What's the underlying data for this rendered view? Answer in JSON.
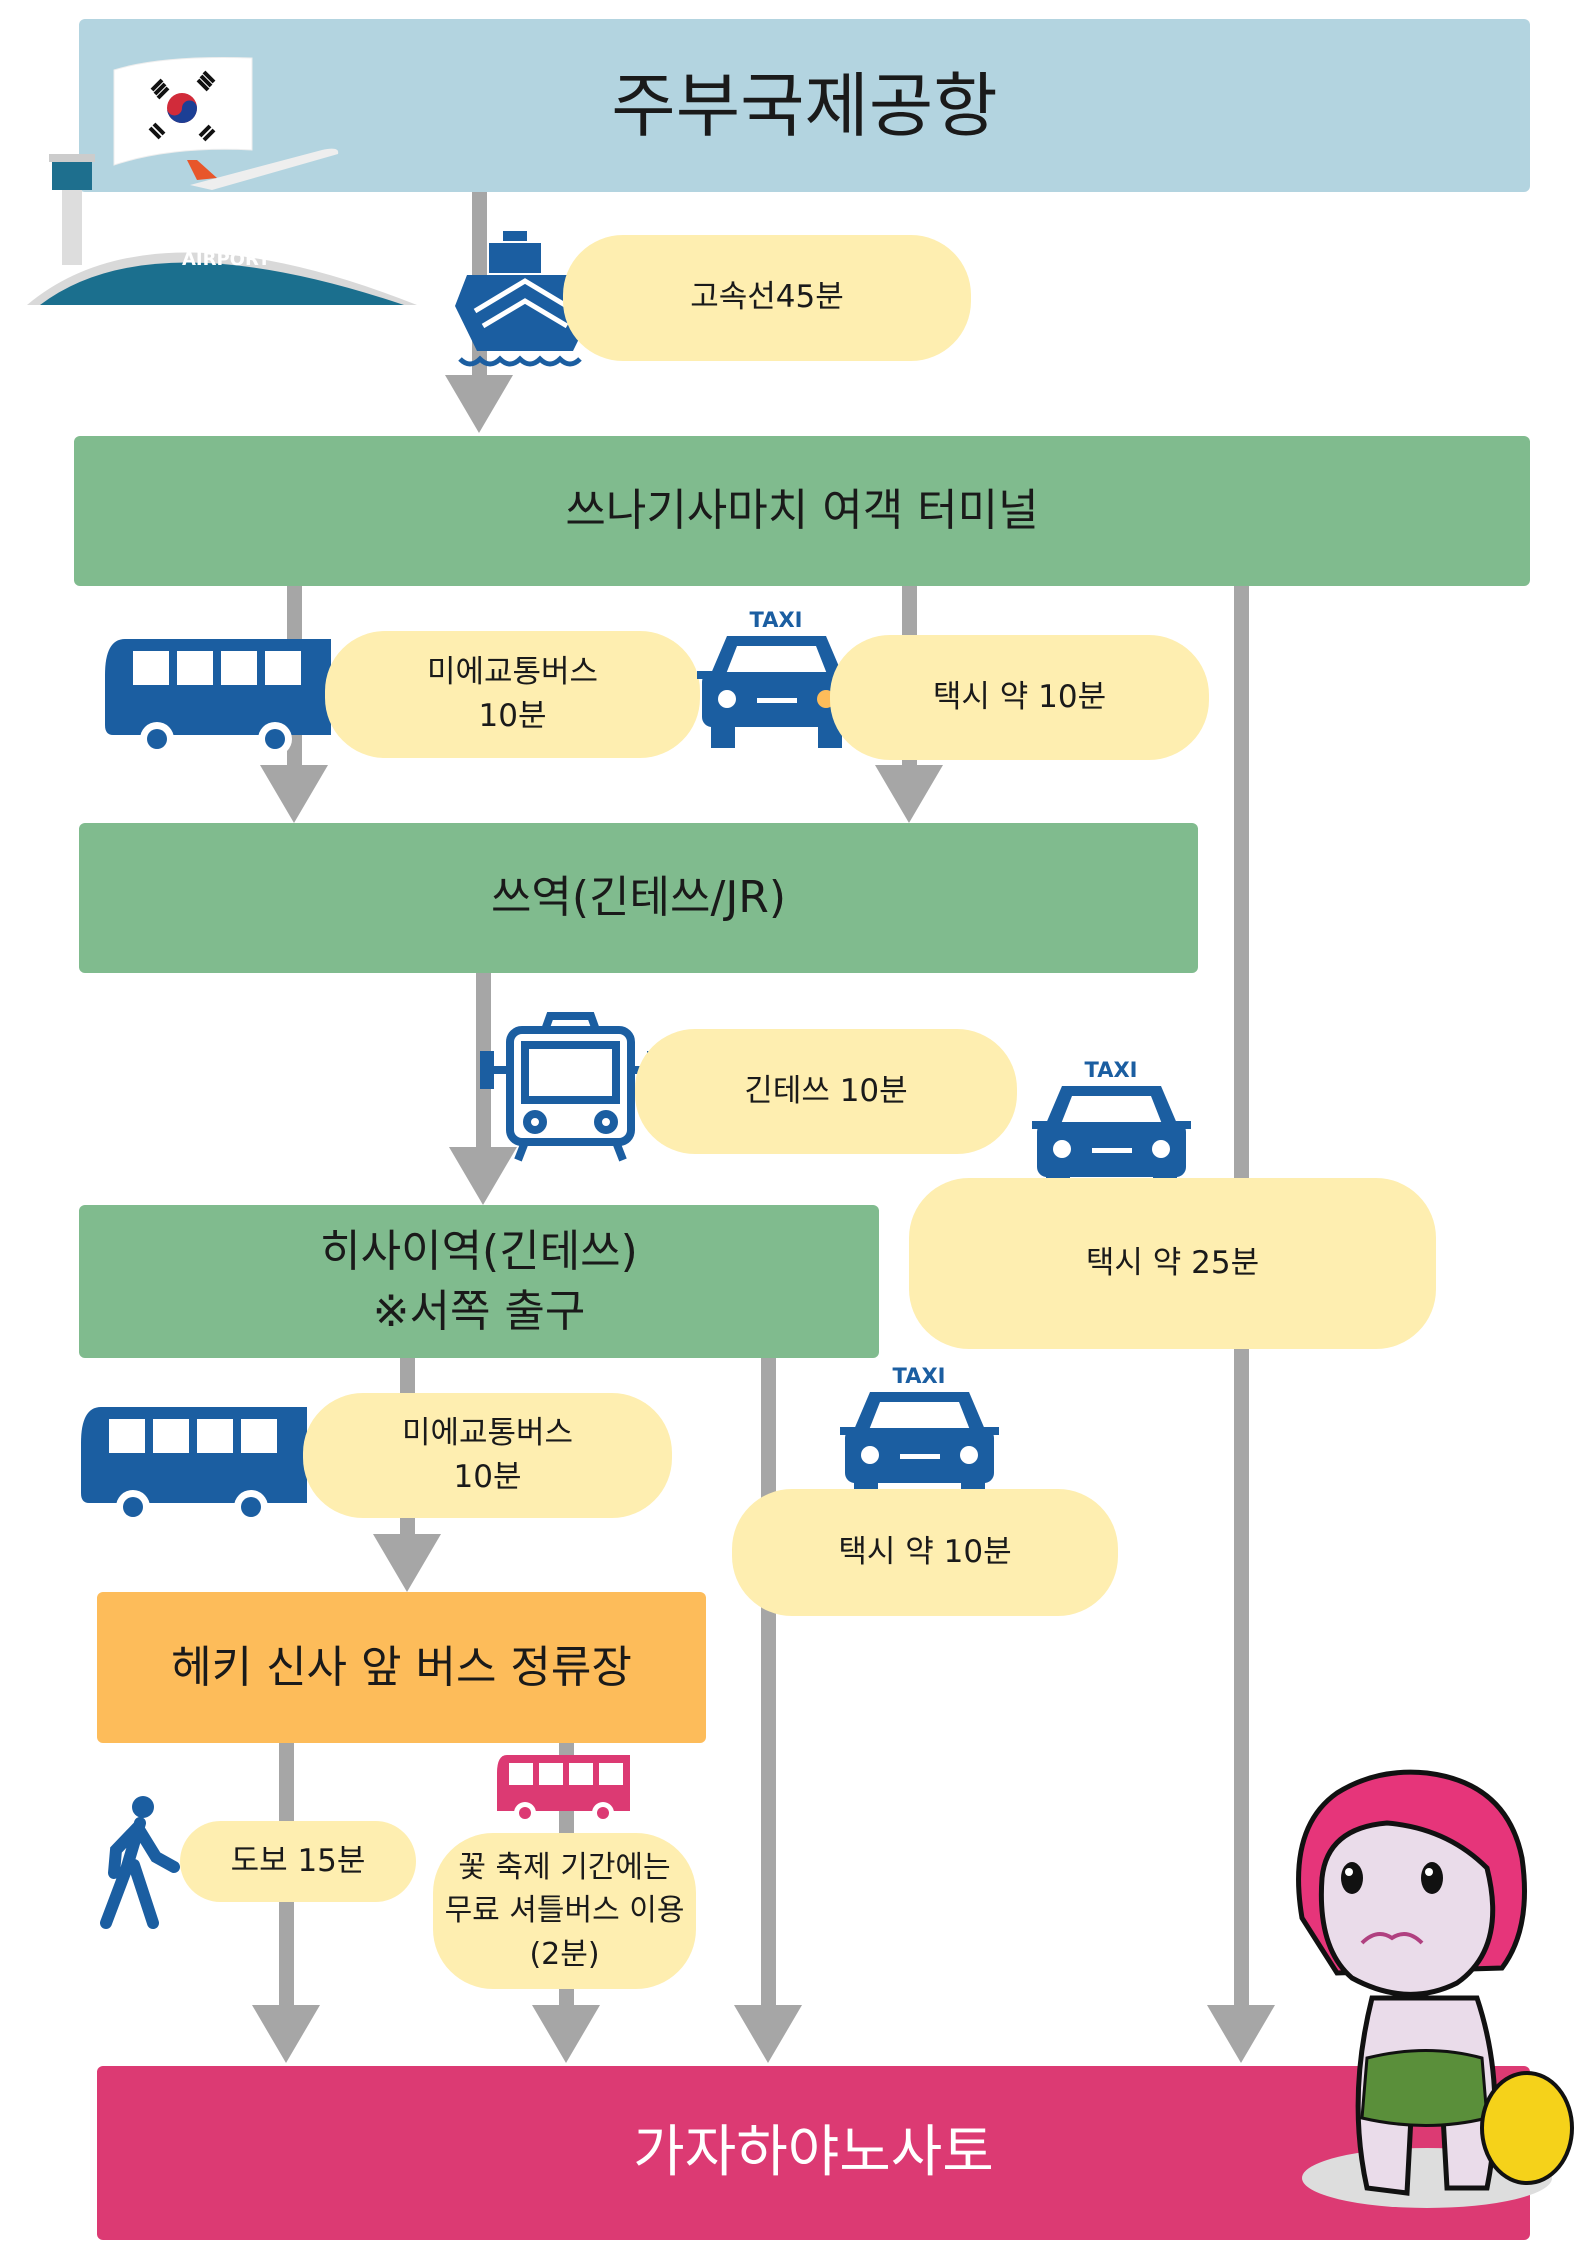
{
  "stations": {
    "airport": "주부국제공항",
    "terminal": "쓰나기사마치 여객 터미널",
    "tsu_station": "쓰역(긴테쓰/JR)",
    "hisai_line1": "히사이역(긴테쓰)",
    "hisai_line2": "※서쪽 출구",
    "hekki_stop": "헤키 신사 앞 버스 정류장",
    "destination": "가자하야노사토"
  },
  "routes": {
    "ferry": "고속선45분",
    "bus1_line1": "미에교통버스",
    "bus1_line2": "10분",
    "taxi1": "택시 약 10분",
    "kintetsu": "긴테쓰 10분",
    "taxi2": "택시 약 25분",
    "bus2_line1": "미에교통버스",
    "bus2_line2": "10분",
    "taxi3": "택시 약 10분",
    "walk": "도보 15분",
    "shuttle": "꽃 축제 기간에는 무료 셔틀버스 이용(2분)"
  },
  "icons": {
    "taxi_label": "TAXI",
    "airport_label": "AIRPORT"
  },
  "colors": {
    "airport_box": "#b3d4e0",
    "station_box": "#80bb8e",
    "stop_box": "#fdbc5a",
    "destination_box": "#dc3a73",
    "pill": "#feeeb0",
    "icon_blue": "#1b5ea1"
  }
}
